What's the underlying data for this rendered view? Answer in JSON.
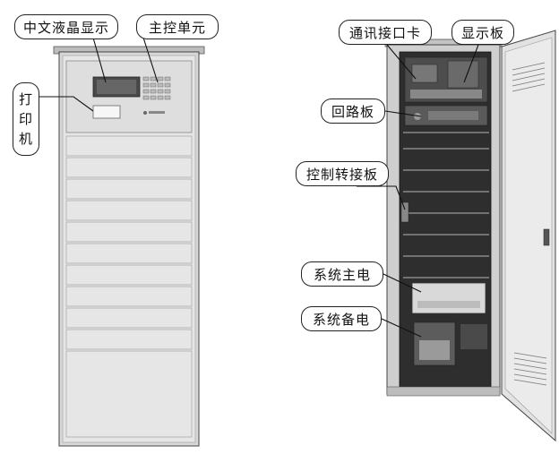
{
  "labels": {
    "lcd_display": "中文液晶显示",
    "main_control_unit": "主控单元",
    "printer": [
      "打",
      "印",
      "机"
    ],
    "comm_interface_card": "通讯接口卡",
    "display_board": "显示板",
    "loop_board": "回路板",
    "control_adapter_board": "控制转接板",
    "main_power": "系统主电",
    "backup_power": "系统备电"
  },
  "colors": {
    "cabinet_body": "#dcdcdc",
    "cabinet_dark": "#3a3a3a",
    "panel_face": "#e8e8e8",
    "outline": "#222222"
  }
}
